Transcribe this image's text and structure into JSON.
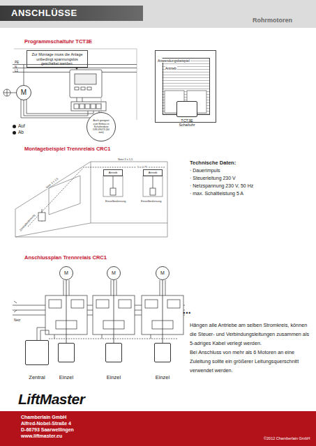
{
  "diagram": {
    "title": "ANSCHLÜSSE",
    "nodes": [
      {
        "text": [
          "Zur Montage muss die Anlage unbedingt spannungslos geschaltet werden."
        ]
      },
      {
        "text": [
          "M"
        ]
      },
      {
        "text": [
          "Auch geeignet zum Einbau in Schalterdose DIN 49073 (60 mm)"
        ]
      },
      {
        "text": [
          "Anwendungsbeispiel"
        ]
      },
      {
        "text": [
          "Antrieb"
        ],
        "in": 3
      },
      {
        "text": [
          "TCT3E Schaltuhr"
        ]
      },
      {
        "text": [
          "Antrieb"
        ]
      },
      {
        "text": [
          "Antrieb"
        ]
      },
      {
        "text": [
          "M"
        ]
      },
      {
        "text": [
          "M"
        ]
      },
      {
        "text": [
          "M"
        ]
      },
      {
        "text": [
          "Zentral"
        ]
      },
      {
        "text": [
          "Einzel"
        ]
      },
      {
        "text": [
          "Einzel"
        ]
      },
      {
        "text": [
          "Einzel"
        ]
      }
    ],
    "edges": [
      {
        "from": 8,
        "to": 12,
        "arrow": "none"
      },
      {
        "from": 9,
        "to": 13,
        "arrow": "none"
      },
      {
        "from": 10,
        "to": 14,
        "arrow": "none"
      }
    ],
    "labels": [
      "Rohrmotoren",
      "Programmschaltuhr TCT3E",
      "PE",
      "N",
      "L1",
      "Montagebeispiel Trennrelais CRC1",
      "Netz 3 x 1,5",
      "5 x 0,75",
      "Netz 3 x 1,5",
      "Einzelbedienung",
      "Einzelbedienung",
      "Zentralbedienung",
      "Technische Daten:",
      "· Dauerimpuls",
      "· Steuerleitung 230 V",
      "· Netzspannung 230 V, 50 Hz",
      "· max. Schaltleistung 5 A",
      "Anschlussplan Trennrelais CRC1",
      "Netz",
      "...",
      "Hängen alle Antriebe am selben Stromkreis, können die Steuer- und Verbindungsleitungen zusammen als 5-adriges Kabel verlegt werden.",
      "Bei Anschluss von mehr als 6 Motoren an eine Zuleitung sollte ein größerer Leitungsquerschnitt verwendet werden.",
      "LiftMaster",
      "Chamberlain GmbH",
      "Alfred-Nobel-Straße 4",
      "D-66793 Saarwellingen",
      "www.liftmaster.eu",
      "©2012 Chamberlain GmbH"
    ],
    "legend": [
      {
        "text": "Auf",
        "color": "#1a1a1a"
      },
      {
        "text": "Ab",
        "color": "#1a1a1a"
      }
    ]
  }
}
